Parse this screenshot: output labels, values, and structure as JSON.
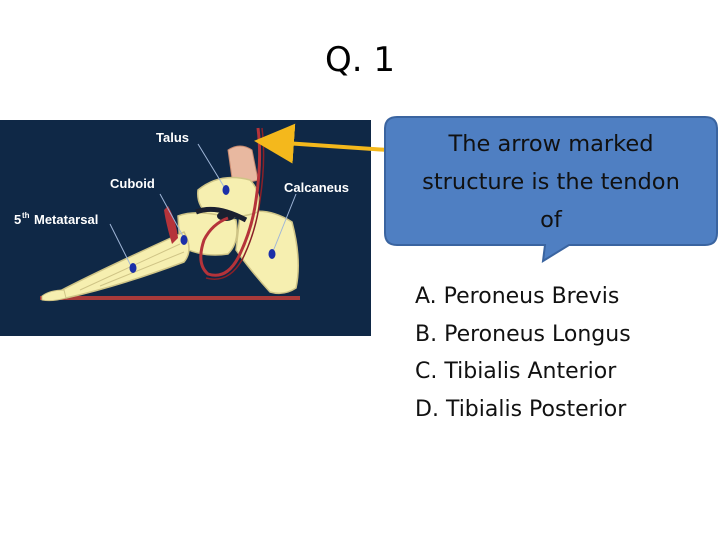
{
  "slide": {
    "title": "Q. 1"
  },
  "figure": {
    "labels": {
      "talus": "Talus",
      "cuboid": "Cuboid",
      "calcaneus": "Calcaneus",
      "metatarsal_sup": "th",
      "metatarsal_num": "5",
      "metatarsal_word": "Metatarsal"
    },
    "colors": {
      "background": "#0f2846",
      "bone": "#f6efb0",
      "tendon": "#b5333a",
      "floor": "#a83a3a",
      "dots": "#1b2fa8"
    }
  },
  "callout": {
    "lines": [
      "The arrow marked",
      "structure is the tendon",
      "of"
    ],
    "fill": "#4f7fc2",
    "arrow_color": "#f4b81c"
  },
  "options": [
    {
      "letter": "A.",
      "text": "Peroneus Brevis"
    },
    {
      "letter": "B.",
      "text": "Peroneus Longus"
    },
    {
      "letter": "C.",
      "text": "Tibialis Anterior"
    },
    {
      "letter": "D.",
      "text": "Tibialis Posterior"
    }
  ]
}
